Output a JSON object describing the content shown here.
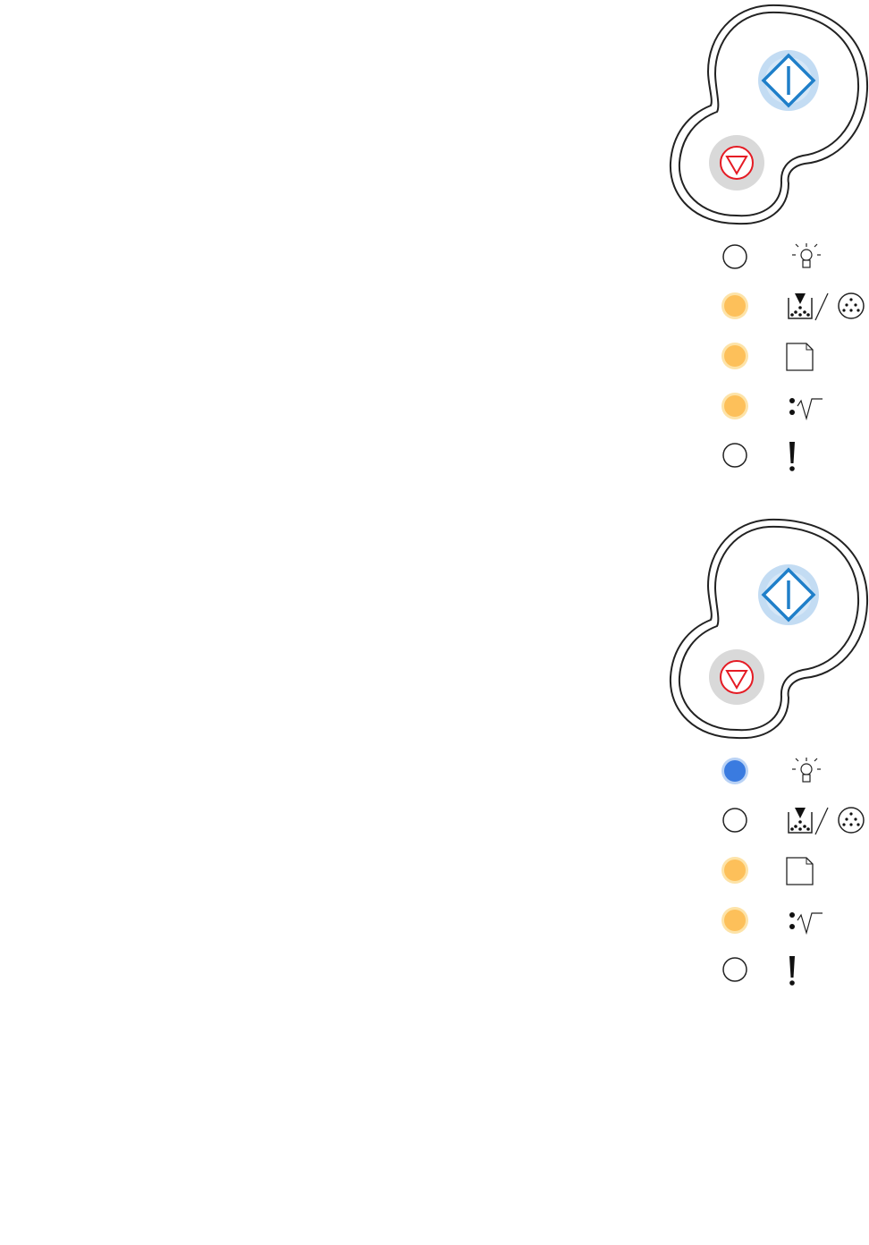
{
  "colors": {
    "amber_on": "#fdc05a",
    "amber_glow": "#fde3a8",
    "blue_on": "#3a7be0",
    "blue_glow": "#b9d2f5",
    "off_fill": "#ffffff",
    "off_stroke": "#222222",
    "continue_button": "#1f7fc9",
    "continue_glow": "#bcd8f2",
    "cancel_button": "#e51b24",
    "cancel_bg": "#d9d9d9"
  },
  "panels": [
    {
      "buttons": [
        "continue",
        "cancel"
      ],
      "lights": [
        {
          "indicator": "ready",
          "icon": "lightbulb-icon",
          "state": "off"
        },
        {
          "indicator": "toner",
          "icon": "toner-photoconductor-icon",
          "state": "on-amber"
        },
        {
          "indicator": "load-paper",
          "icon": "paper-icon",
          "state": "on-amber"
        },
        {
          "indicator": "paper-jam",
          "icon": "paper-jam-icon",
          "state": "on-amber"
        },
        {
          "indicator": "error",
          "icon": "exclamation-icon",
          "state": "off"
        }
      ]
    },
    {
      "buttons": [
        "continue",
        "cancel"
      ],
      "lights": [
        {
          "indicator": "ready",
          "icon": "lightbulb-icon",
          "state": "on-blue"
        },
        {
          "indicator": "toner",
          "icon": "toner-photoconductor-icon",
          "state": "off"
        },
        {
          "indicator": "load-paper",
          "icon": "paper-icon",
          "state": "on-amber"
        },
        {
          "indicator": "paper-jam",
          "icon": "paper-jam-icon",
          "state": "on-amber"
        },
        {
          "indicator": "error",
          "icon": "exclamation-icon",
          "state": "off"
        }
      ]
    }
  ]
}
